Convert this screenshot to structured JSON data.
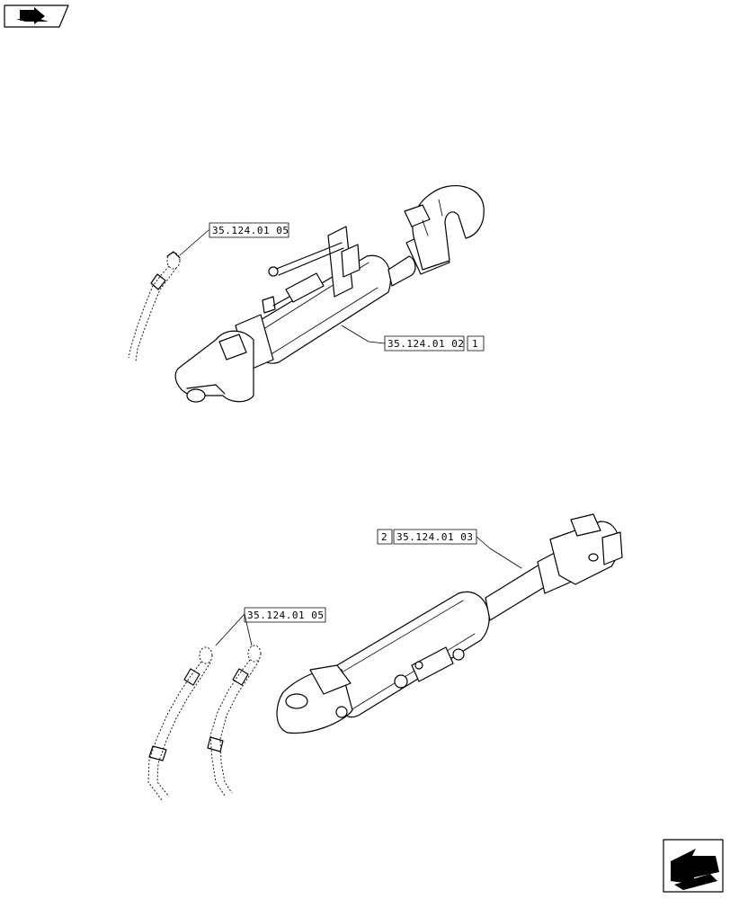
{
  "refs": {
    "upper_hose": "35.124.01 05",
    "upper_cylinder": "35.124.01 02",
    "upper_item": "1",
    "lower_cylinder": "35.124.01 03",
    "lower_item": "2",
    "lower_hose": "35.124.01 05"
  },
  "icons": {
    "top_left": "book-arrow-icon",
    "bottom_right": "next-page-arrow-icon"
  }
}
